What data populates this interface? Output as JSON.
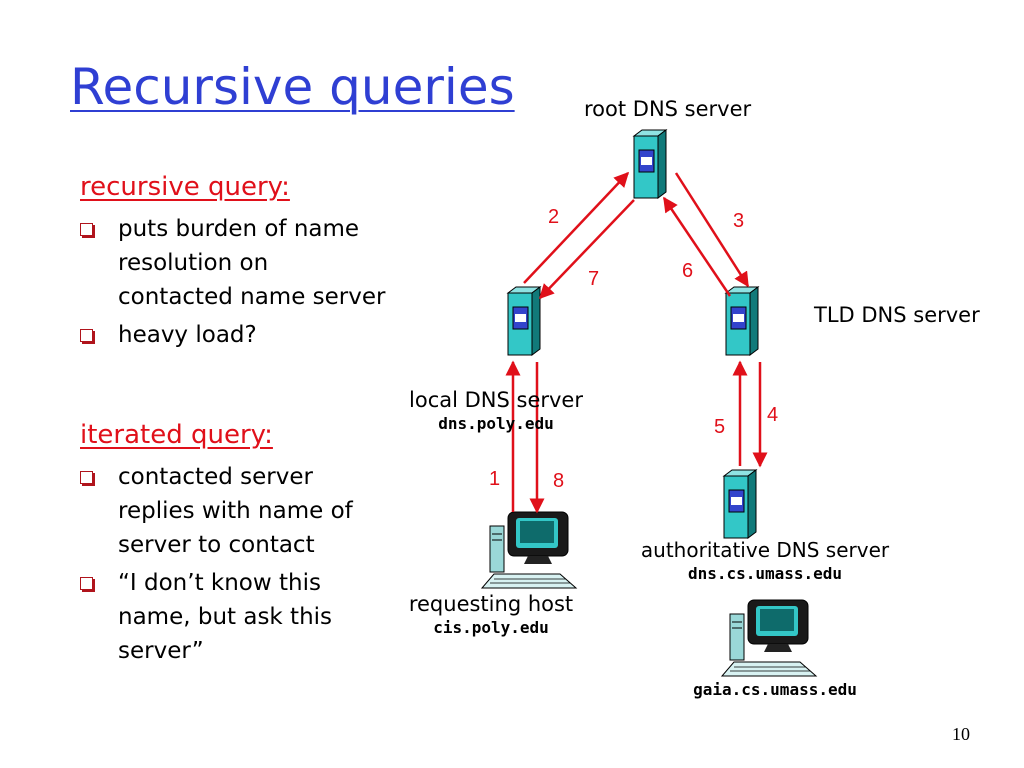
{
  "slide": {
    "title": "Recursive queries",
    "number": "10"
  },
  "sections": [
    {
      "heading": "recursive query:",
      "bullets": [
        "puts burden of name resolution on contacted name server",
        "heavy load?"
      ]
    },
    {
      "heading": "iterated query:",
      "bullets": [
        "contacted server replies with name of server to contact",
        "“I don’t know this name, but ask this server”"
      ]
    }
  ],
  "diagram": {
    "root_server": {
      "label": "root DNS server"
    },
    "tld_server": {
      "label": "TLD DNS server"
    },
    "local_server": {
      "label": "local DNS server",
      "host": "dns.poly.edu"
    },
    "auth_server": {
      "label": "authoritative DNS server",
      "host": "dns.cs.umass.edu"
    },
    "requesting_host": {
      "label": "requesting host",
      "host": "cis.poly.edu"
    },
    "target_host": {
      "host": "gaia.cs.umass.edu"
    },
    "steps": [
      "1",
      "2",
      "3",
      "4",
      "5",
      "6",
      "7",
      "8"
    ]
  },
  "colors": {
    "title": "#2f3fd3",
    "heading": "#e0101a",
    "arrow": "#e0101a",
    "server_face": "#33c7c7",
    "server_side": "#117a7a",
    "server_panel": "#3344cc"
  }
}
